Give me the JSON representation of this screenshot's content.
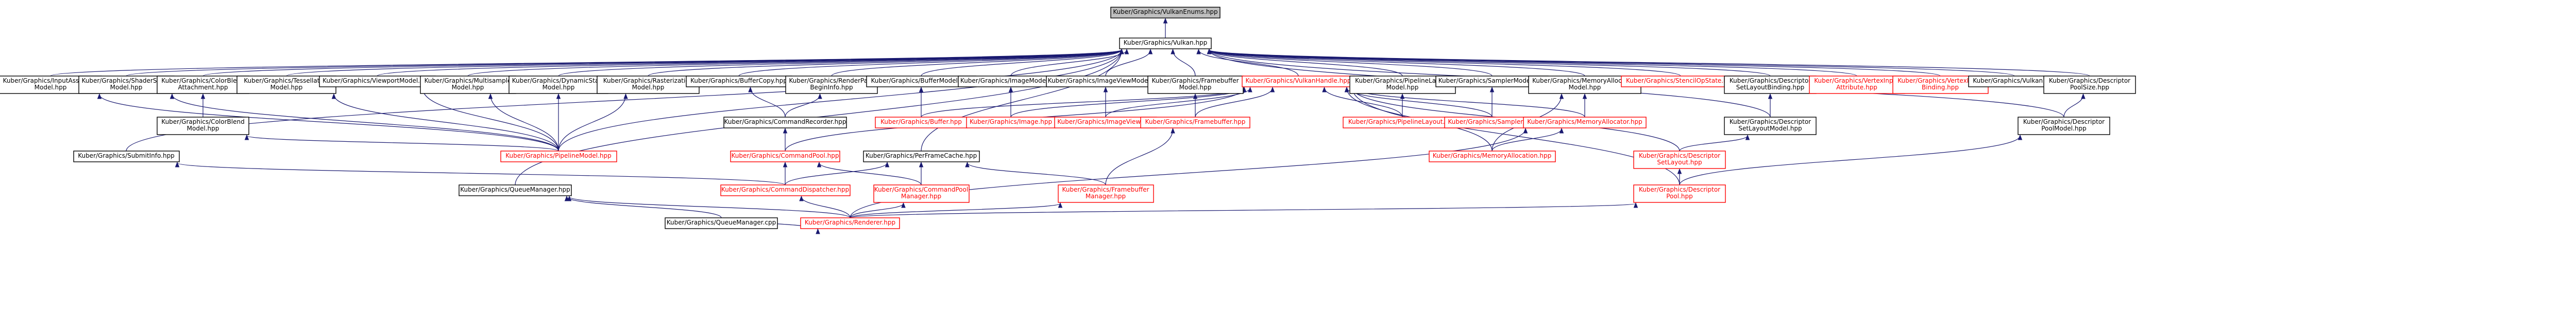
{
  "nodes": {
    "root": {
      "lines": [
        "Kuber/Graphics/VulkanEnums.hpp"
      ],
      "style": "root"
    },
    "vulkan_hpp": {
      "lines": [
        "Kuber/Graphics/Vulkan.hpp"
      ],
      "style": "normal"
    },
    "input_assembly": {
      "lines": [
        "Kuber/Graphics/InputAssembly",
        "Model.hpp"
      ],
      "style": "normal"
    },
    "shader_stage": {
      "lines": [
        "Kuber/Graphics/ShaderStage",
        "Model.hpp"
      ],
      "style": "normal"
    },
    "color_blend_attachment": {
      "lines": [
        "Kuber/Graphics/ColorBlend",
        "Attachment.hpp"
      ],
      "style": "normal"
    },
    "tessellation": {
      "lines": [
        "Kuber/Graphics/Tessellation",
        "Model.hpp"
      ],
      "style": "normal"
    },
    "viewport_model": {
      "lines": [
        "Kuber/Graphics/ViewportModel.hpp"
      ],
      "style": "normal"
    },
    "multisample": {
      "lines": [
        "Kuber/Graphics/Multisample",
        "Model.hpp"
      ],
      "style": "normal"
    },
    "dynamic_state": {
      "lines": [
        "Kuber/Graphics/DynamicState",
        "Model.hpp"
      ],
      "style": "normal"
    },
    "rasterization": {
      "lines": [
        "Kuber/Graphics/Rasterization",
        "Model.hpp"
      ],
      "style": "normal"
    },
    "buffer_copy": {
      "lines": [
        "Kuber/Graphics/BufferCopy.hpp"
      ],
      "style": "normal"
    },
    "render_pass_begin": {
      "lines": [
        "Kuber/Graphics/RenderPass",
        "BeginInfo.hpp"
      ],
      "style": "normal"
    },
    "buffer_model": {
      "lines": [
        "Kuber/Graphics/BufferModel.hpp"
      ],
      "style": "normal"
    },
    "image_model": {
      "lines": [
        "Kuber/Graphics/ImageModel.hpp"
      ],
      "style": "normal"
    },
    "image_view_model": {
      "lines": [
        "Kuber/Graphics/ImageViewModel.hpp"
      ],
      "style": "normal"
    },
    "framebuffer_model": {
      "lines": [
        "Kuber/Graphics/Framebuffer",
        "Model.hpp"
      ],
      "style": "normal"
    },
    "vulkan_handle": {
      "lines": [
        "Kuber/Graphics/VulkanHandle.hpp"
      ],
      "style": "red"
    },
    "pipeline_layout_model": {
      "lines": [
        "Kuber/Graphics/PipelineLayout",
        "Model.hpp"
      ],
      "style": "normal"
    },
    "sampler_model": {
      "lines": [
        "Kuber/Graphics/SamplerModel.hpp"
      ],
      "style": "normal"
    },
    "memory_allocation_model": {
      "lines": [
        "Kuber/Graphics/MemoryAllocation",
        "Model.hpp"
      ],
      "style": "normal"
    },
    "stencil_op_state": {
      "lines": [
        "Kuber/Graphics/StencilOpState.hpp"
      ],
      "style": "red"
    },
    "desc_set_layout_binding": {
      "lines": [
        "Kuber/Graphics/Descriptor",
        "SetLayoutBinding.hpp"
      ],
      "style": "normal"
    },
    "vertex_input_attribute": {
      "lines": [
        "Kuber/Graphics/VertexInput",
        "Attribute.hpp"
      ],
      "style": "red"
    },
    "vertex_input_binding": {
      "lines": [
        "Kuber/Graphics/VertexInput",
        "Binding.hpp"
      ],
      "style": "red"
    },
    "vulkan_cpp": {
      "lines": [
        "Kuber/Graphics/Vulkan.cpp"
      ],
      "style": "normal"
    },
    "desc_pool_size": {
      "lines": [
        "Kuber/Graphics/Descriptor",
        "PoolSize.hpp"
      ],
      "style": "normal"
    },
    "color_blend_model": {
      "lines": [
        "Kuber/Graphics/ColorBlend",
        "Model.hpp"
      ],
      "style": "normal"
    },
    "command_recorder": {
      "lines": [
        "Kuber/Graphics/CommandRecorder.hpp"
      ],
      "style": "normal"
    },
    "buffer": {
      "lines": [
        "Kuber/Graphics/Buffer.hpp"
      ],
      "style": "red"
    },
    "image": {
      "lines": [
        "Kuber/Graphics/Image.hpp"
      ],
      "style": "red"
    },
    "image_view": {
      "lines": [
        "Kuber/Graphics/ImageView.hpp"
      ],
      "style": "red"
    },
    "framebuffer": {
      "lines": [
        "Kuber/Graphics/Framebuffer.hpp"
      ],
      "style": "red"
    },
    "pipeline_layout": {
      "lines": [
        "Kuber/Graphics/PipelineLayout.hpp"
      ],
      "style": "red"
    },
    "sampler": {
      "lines": [
        "Kuber/Graphics/Sampler.hpp"
      ],
      "style": "red"
    },
    "memory_allocator": {
      "lines": [
        "Kuber/Graphics/MemoryAllocator.hpp"
      ],
      "style": "red"
    },
    "desc_set_layout_model": {
      "lines": [
        "Kuber/Graphics/Descriptor",
        "SetLayoutModel.hpp"
      ],
      "style": "normal"
    },
    "desc_pool_model": {
      "lines": [
        "Kuber/Graphics/Descriptor",
        "PoolModel.hpp"
      ],
      "style": "normal"
    },
    "pipeline_model": {
      "lines": [
        "Kuber/Graphics/PipelineModel.hpp"
      ],
      "style": "red"
    },
    "submit_info": {
      "lines": [
        "Kuber/Graphics/SubmitInfo.hpp"
      ],
      "style": "normal"
    },
    "command_pool": {
      "lines": [
        "Kuber/Graphics/CommandPool.hpp"
      ],
      "style": "red"
    },
    "per_frame_cache": {
      "lines": [
        "Kuber/Graphics/PerFrameCache.hpp"
      ],
      "style": "normal"
    },
    "memory_allocation": {
      "lines": [
        "Kuber/Graphics/MemoryAllocation.hpp"
      ],
      "style": "red"
    },
    "desc_set_layout": {
      "lines": [
        "Kuber/Graphics/Descriptor",
        "SetLayout.hpp"
      ],
      "style": "red"
    },
    "queue_manager_hpp": {
      "lines": [
        "Kuber/Graphics/QueueManager.hpp"
      ],
      "style": "normal"
    },
    "command_dispatcher": {
      "lines": [
        "Kuber/Graphics/CommandDispatcher.hpp"
      ],
      "style": "red"
    },
    "command_pool_manager": {
      "lines": [
        "Kuber/Graphics/CommandPool",
        "Manager.hpp"
      ],
      "style": "red"
    },
    "framebuffer_manager": {
      "lines": [
        "Kuber/Graphics/Framebuffer",
        "Manager.hpp"
      ],
      "style": "red"
    },
    "desc_pool": {
      "lines": [
        "Kuber/Graphics/Descriptor",
        "Pool.hpp"
      ],
      "style": "red"
    },
    "renderer": {
      "lines": [
        "Kuber/Graphics/Renderer.hpp"
      ],
      "style": "red"
    },
    "queue_manager_cpp": {
      "lines": [
        "Kuber/Graphics/QueueManager.cpp"
      ],
      "style": "normal"
    }
  },
  "edges": [
    [
      "vulkan_hpp",
      "root"
    ],
    [
      "input_assembly",
      "vulkan_hpp"
    ],
    [
      "shader_stage",
      "vulkan_hpp"
    ],
    [
      "color_blend_attachment",
      "vulkan_hpp"
    ],
    [
      "tessellation",
      "vulkan_hpp"
    ],
    [
      "viewport_model",
      "vulkan_hpp"
    ],
    [
      "multisample",
      "vulkan_hpp"
    ],
    [
      "dynamic_state",
      "vulkan_hpp"
    ],
    [
      "rasterization",
      "vulkan_hpp"
    ],
    [
      "buffer_copy",
      "vulkan_hpp"
    ],
    [
      "render_pass_begin",
      "vulkan_hpp"
    ],
    [
      "buffer_model",
      "vulkan_hpp"
    ],
    [
      "image_model",
      "vulkan_hpp"
    ],
    [
      "image_view_model",
      "vulkan_hpp"
    ],
    [
      "framebuffer_model",
      "vulkan_hpp"
    ],
    [
      "vulkan_handle",
      "vulkan_hpp"
    ],
    [
      "pipeline_layout_model",
      "vulkan_hpp"
    ],
    [
      "sampler_model",
      "vulkan_hpp"
    ],
    [
      "memory_allocation_model",
      "vulkan_hpp"
    ],
    [
      "stencil_op_state",
      "vulkan_hpp"
    ],
    [
      "desc_set_layout_binding",
      "vulkan_hpp"
    ],
    [
      "vertex_input_attribute",
      "vulkan_hpp"
    ],
    [
      "vertex_input_binding",
      "vulkan_hpp"
    ],
    [
      "vulkan_cpp",
      "vulkan_hpp"
    ],
    [
      "desc_pool_size",
      "vulkan_hpp"
    ],
    [
      "pipeline_model",
      "vulkan_hpp"
    ],
    [
      "submit_info",
      "vulkan_hpp"
    ],
    [
      "queue_manager_hpp",
      "vulkan_hpp"
    ],
    [
      "per_frame_cache",
      "vulkan_hpp"
    ],
    [
      "desc_set_layout_model",
      "vulkan_hpp"
    ],
    [
      "desc_pool_model",
      "vulkan_hpp"
    ],
    [
      "color_blend_model",
      "color_blend_attachment"
    ],
    [
      "command_recorder",
      "buffer_copy"
    ],
    [
      "command_recorder",
      "render_pass_begin"
    ],
    [
      "buffer",
      "buffer_model"
    ],
    [
      "image",
      "image_model"
    ],
    [
      "image_view",
      "image_view_model"
    ],
    [
      "framebuffer",
      "framebuffer_model"
    ],
    [
      "buffer",
      "vulkan_handle"
    ],
    [
      "image",
      "vulkan_handle"
    ],
    [
      "image_view",
      "vulkan_handle"
    ],
    [
      "framebuffer",
      "vulkan_handle"
    ],
    [
      "pipeline_layout",
      "vulkan_handle"
    ],
    [
      "sampler",
      "vulkan_handle"
    ],
    [
      "memory_allocator",
      "vulkan_handle"
    ],
    [
      "memory_allocation",
      "vulkan_handle"
    ],
    [
      "desc_set_layout",
      "vulkan_handle"
    ],
    [
      "desc_pool",
      "vulkan_handle"
    ],
    [
      "command_pool",
      "vulkan_handle"
    ],
    [
      "pipeline_layout",
      "pipeline_layout_model"
    ],
    [
      "sampler",
      "sampler_model"
    ],
    [
      "memory_allocator",
      "memory_allocation_model"
    ],
    [
      "memory_allocation",
      "memory_allocation_model"
    ],
    [
      "desc_set_layout_model",
      "desc_set_layout_binding"
    ],
    [
      "desc_pool_model",
      "desc_pool_size"
    ],
    [
      "pipeline_model",
      "input_assembly"
    ],
    [
      "pipeline_model",
      "shader_stage"
    ],
    [
      "pipeline_model",
      "color_blend_model"
    ],
    [
      "pipeline_model",
      "tessellation"
    ],
    [
      "pipeline_model",
      "viewport_model"
    ],
    [
      "pipeline_model",
      "multisample"
    ],
    [
      "pipeline_model",
      "dynamic_state"
    ],
    [
      "pipeline_model",
      "rasterization"
    ],
    [
      "command_pool",
      "command_recorder"
    ],
    [
      "memory_allocation",
      "memory_allocator"
    ],
    [
      "desc_set_layout",
      "desc_set_layout_model"
    ],
    [
      "desc_pool",
      "desc_set_layout"
    ],
    [
      "desc_pool",
      "desc_pool_model"
    ],
    [
      "framebuffer_manager",
      "framebuffer"
    ],
    [
      "command_dispatcher",
      "submit_info"
    ],
    [
      "command_dispatcher",
      "command_pool"
    ],
    [
      "command_pool_manager",
      "command_pool"
    ],
    [
      "command_pool_manager",
      "per_frame_cache"
    ],
    [
      "command_dispatcher",
      "per_frame_cache"
    ],
    [
      "framebuffer_manager",
      "per_frame_cache"
    ],
    [
      "renderer",
      "queue_manager_hpp"
    ],
    [
      "renderer",
      "command_dispatcher"
    ],
    [
      "renderer",
      "command_pool_manager"
    ],
    [
      "renderer",
      "framebuffer_manager"
    ],
    [
      "renderer",
      "desc_pool"
    ],
    [
      "renderer",
      "memory_allocator"
    ],
    [
      "queue_manager_cpp",
      "queue_manager_hpp"
    ],
    [
      "queue_manager_cpp",
      "renderer"
    ]
  ]
}
